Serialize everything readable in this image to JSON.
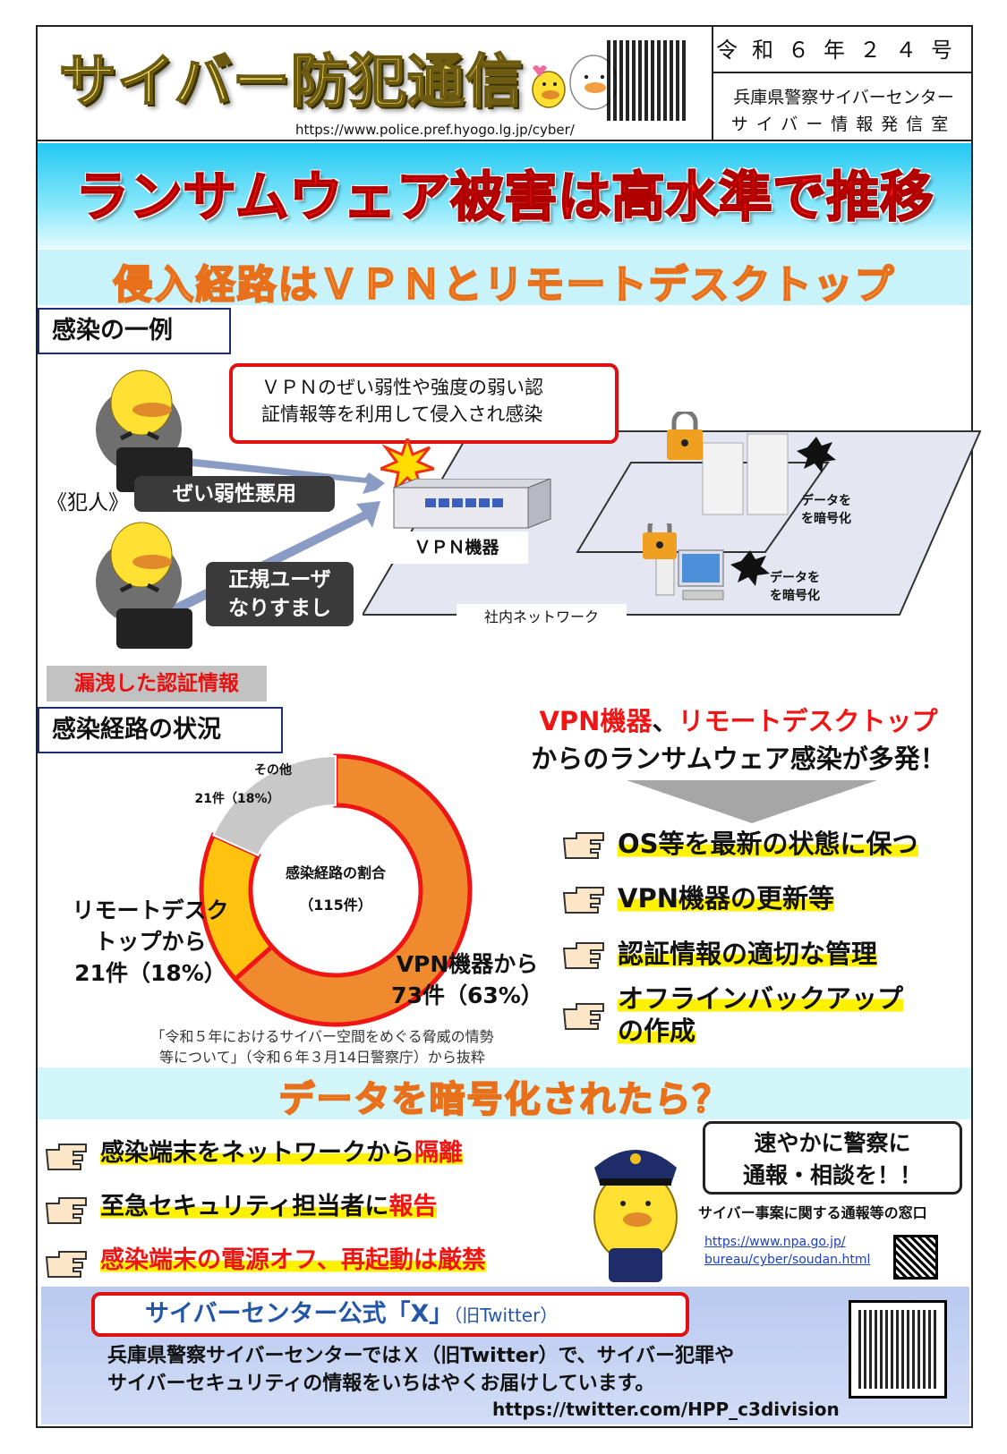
{
  "header": {
    "logo": "サイバー防犯通信",
    "url": "https://www.police.pref.hyogo.lg.jp/cyber/",
    "issue": "令和６年２４号",
    "org_line1": "兵庫県警察サイバーセンター",
    "org_line2": "サイバー情報発信室"
  },
  "title": "ランサムウェア被害は高水準で推移",
  "subtitle": "侵入経路はＶＰＮとリモートデスクトップ",
  "example": {
    "heading": "感染の一例",
    "bubble_line1": "ＶＰＮのぜい弱性や強度の弱い認",
    "bubble_line2": "証情報等を利用して侵入され感染",
    "criminal": "《犯人》",
    "pill_vuln": "ぜい弱性悪用",
    "pill_spoof_1": "正規ユーザ",
    "pill_spoof_2": "なりすまし",
    "vpn_device": "ＶＰＮ機器",
    "encrypt_1a": "データを",
    "encrypt_1b": "を暗号化",
    "encrypt_2a": "データを",
    "encrypt_2b": "を暗号化",
    "network": "社内ネットワーク",
    "leak": "漏洩した認証情報"
  },
  "route": {
    "heading": "感染経路の状況",
    "donut_center_1": "感染経路の割合",
    "donut_center_2": "（115件）",
    "other_label": "その他",
    "other_value": "21件（18%）",
    "remote_1": "リモートデスク",
    "remote_2": "トップから",
    "remote_3": "21件（18%）",
    "vpn_1": "VPN機器から",
    "vpn_2": "73件（63%）",
    "source_1": "「令和５年におけるサイバー空間をめぐる脅威の情勢",
    "source_2": "等について」（令和６年３月14日警察庁）から抜粋"
  },
  "chart_data": {
    "type": "pie",
    "title": "感染経路の割合",
    "subtitle": "（115件）",
    "categories": [
      "VPN機器から",
      "リモートデスクトップから",
      "その他"
    ],
    "values": [
      73,
      21,
      21
    ],
    "percent": [
      63,
      18,
      18
    ],
    "colors": [
      "#f08a2e",
      "#ffc20e",
      "#c8c8c8"
    ]
  },
  "warning": {
    "line1_a": "VPN機器",
    "line1_b": "、",
    "line1_c": "リモートデスクトップ",
    "line2": "からのランサムウェア感染が多発！"
  },
  "tips": [
    "OS等を最新の状態に保つ",
    "VPN機器の更新等",
    "認証情報の適切な管理",
    "オフラインバックアップ",
    "の作成"
  ],
  "encrypted": {
    "title": "データを暗号化されたら？",
    "action1_a": "感染端末をネットワークから",
    "action1_b": "隔離",
    "action2_a": "至急セキュリティ担当者に",
    "action2_b": "報告",
    "action3": "感染端末の電源オフ、再起動は厳禁",
    "speech_1": "速やかに警察に",
    "speech_2": "通報・相談を！！",
    "window_title": "サイバー事案に関する通報等の窓口",
    "link_1": "https://www.npa.go.jp/",
    "link_2": "bureau/cyber/soudan.html"
  },
  "x_info": {
    "title_a": "サイバーセンター公式「X」",
    "title_b": "（旧Twitter）",
    "body_1": "兵庫県警察サイバーセンターではＸ（旧Twitter）で、サイバー犯罪や",
    "body_2": "サイバーセキュリティの情報をいちはやくお届けしています。",
    "url": "https://twitter.com/HPP_c3division"
  },
  "colors": {
    "title_red": "#ff1212",
    "accent_orange": "#e8701a",
    "highlight": "#fff200",
    "band_cyan": "#22c8f2"
  }
}
